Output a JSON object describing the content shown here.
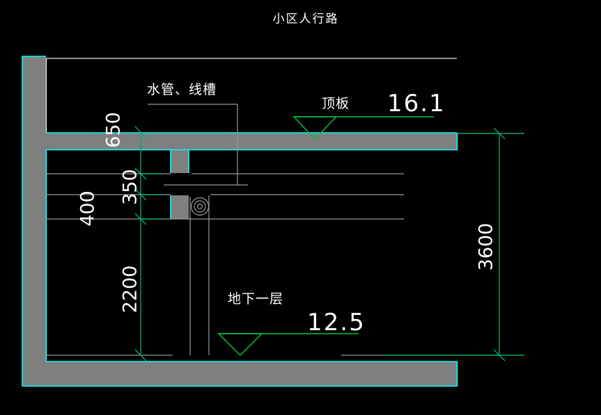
{
  "title": "小区人行路",
  "annotations": {
    "pipe_tray_label": "水管、线槽",
    "roof_label": "顶板",
    "roof_elevation": "16.1",
    "basement_label": "地下一层",
    "floor_elevation": "12.5"
  },
  "dimensions": {
    "beam_zone": "650",
    "tray_zone": "350",
    "pipe_zone": "400",
    "clear_height": "2200",
    "total_height": "3600"
  },
  "colors": {
    "background": "#000000",
    "fill": "#7f7f7f",
    "outline": "#00ffff",
    "line": "#9a9a9a",
    "dimension": "#00a878",
    "elevation": "#00c040",
    "text": "#ffffff"
  }
}
